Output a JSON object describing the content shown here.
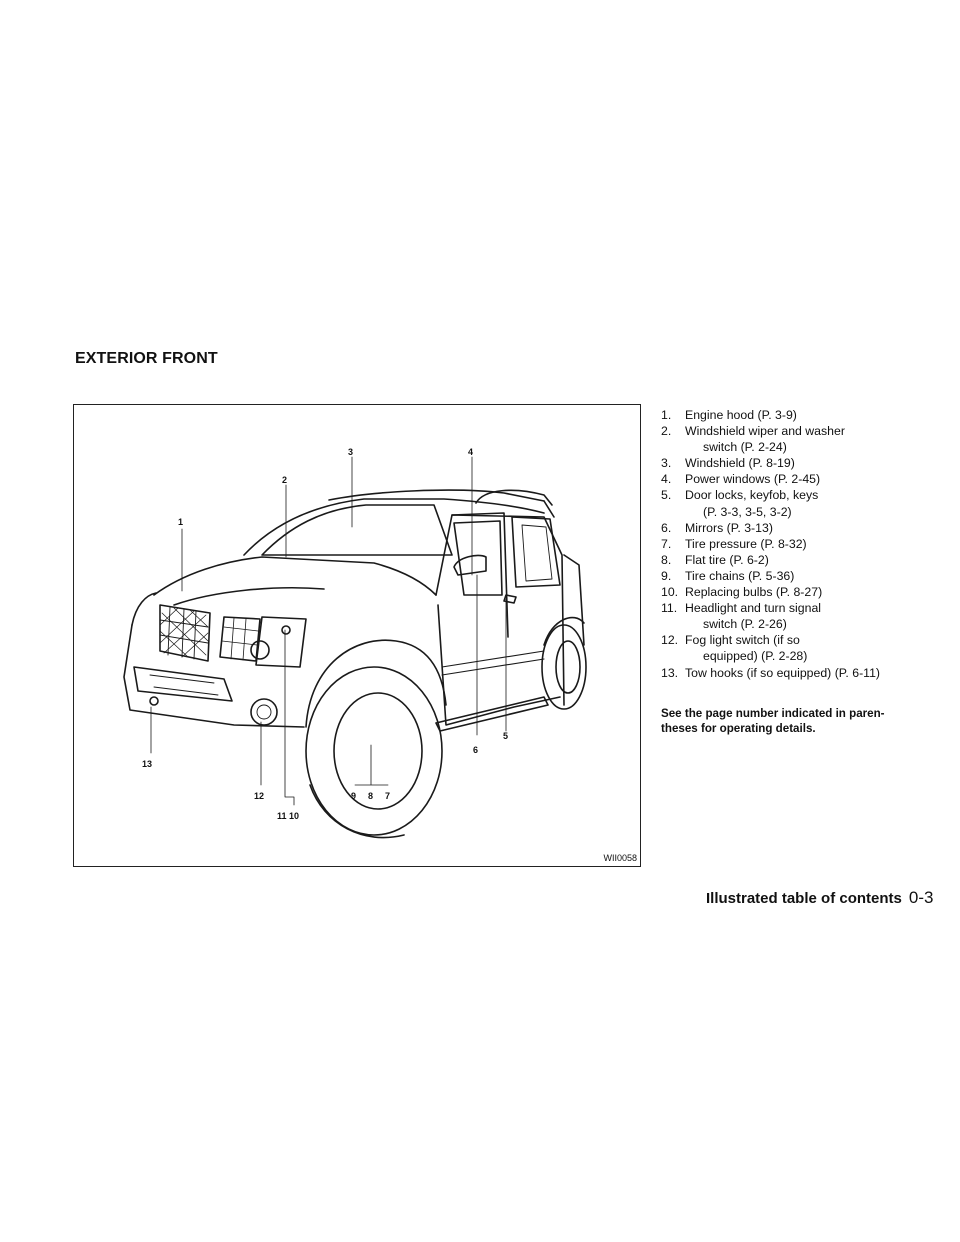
{
  "section_title": "EXTERIOR FRONT",
  "figure": {
    "code": "WII0058",
    "callouts": [
      "1",
      "2",
      "3",
      "4",
      "5",
      "6",
      "7",
      "8",
      "9",
      "10",
      "11",
      "12",
      "13"
    ]
  },
  "items": [
    {
      "num": "1.",
      "text": "Engine hood (P. 3-9)"
    },
    {
      "num": "2.",
      "text": "Windshield wiper and washer",
      "cont": "switch (P. 2-24)"
    },
    {
      "num": "3.",
      "text": "Windshield (P. 8-19)"
    },
    {
      "num": "4.",
      "text": "Power windows (P. 2-45)"
    },
    {
      "num": "5.",
      "text": "Door locks, keyfob, keys",
      "cont": "(P. 3-3, 3-5, 3-2)"
    },
    {
      "num": "6.",
      "text": "Mirrors (P. 3-13)"
    },
    {
      "num": "7.",
      "text": "Tire pressure (P. 8-32)"
    },
    {
      "num": "8.",
      "text": "Flat tire (P. 6-2)"
    },
    {
      "num": "9.",
      "text": "Tire chains (P. 5-36)"
    },
    {
      "num": "10.",
      "text": "Replacing bulbs (P. 8-27)"
    },
    {
      "num": "11.",
      "text": "Headlight and turn signal",
      "cont": "switch (P. 2-26)"
    },
    {
      "num": "12.",
      "text": "Fog light switch (if so",
      "cont": "equipped) (P. 2-28)"
    },
    {
      "num": "13.",
      "text": "Tow hooks (if so equipped) (P. 6-11)"
    }
  ],
  "note": "See the page number indicated in paren- theses for operating details.",
  "footer": {
    "title": "Illustrated table of contents",
    "page": "0-3"
  }
}
